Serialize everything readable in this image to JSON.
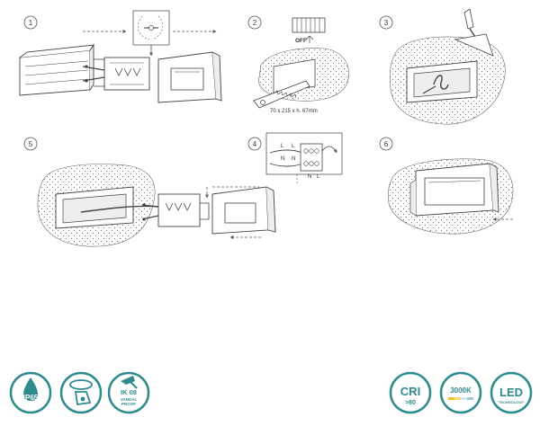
{
  "steps": [
    {
      "number": "1"
    },
    {
      "number": "2",
      "switch_label": "OFF",
      "dimension": "70 x 215 x h. 67mm"
    },
    {
      "number": "3"
    },
    {
      "number": "4",
      "terminal_labels": [
        "L",
        "N",
        "L",
        "N"
      ],
      "terminal_bottom_n": "N",
      "terminal_bottom_l": "L"
    },
    {
      "number": "5"
    },
    {
      "number": "6"
    }
  ],
  "badges_left": [
    {
      "icon": "ip-rating-icon",
      "text": "IP65"
    },
    {
      "icon": "rotatable-spotlight-icon",
      "text": ""
    },
    {
      "icon": "impact-protection-icon",
      "line1": "IK 08",
      "line2": "VANDAL",
      "line3": "PROOF"
    }
  ],
  "badges_right": [
    {
      "icon": "cri-icon",
      "line1": "CRI",
      "line2": ">80"
    },
    {
      "icon": "color-temperature-icon",
      "text": "3000K"
    },
    {
      "icon": "led-technology-icon",
      "line1": "LED",
      "line2": "TECHNOLOGY"
    }
  ],
  "colors": {
    "badge_teal": "#2f8a8e",
    "line": "#555555",
    "accent_yellow": "#f0c030"
  }
}
